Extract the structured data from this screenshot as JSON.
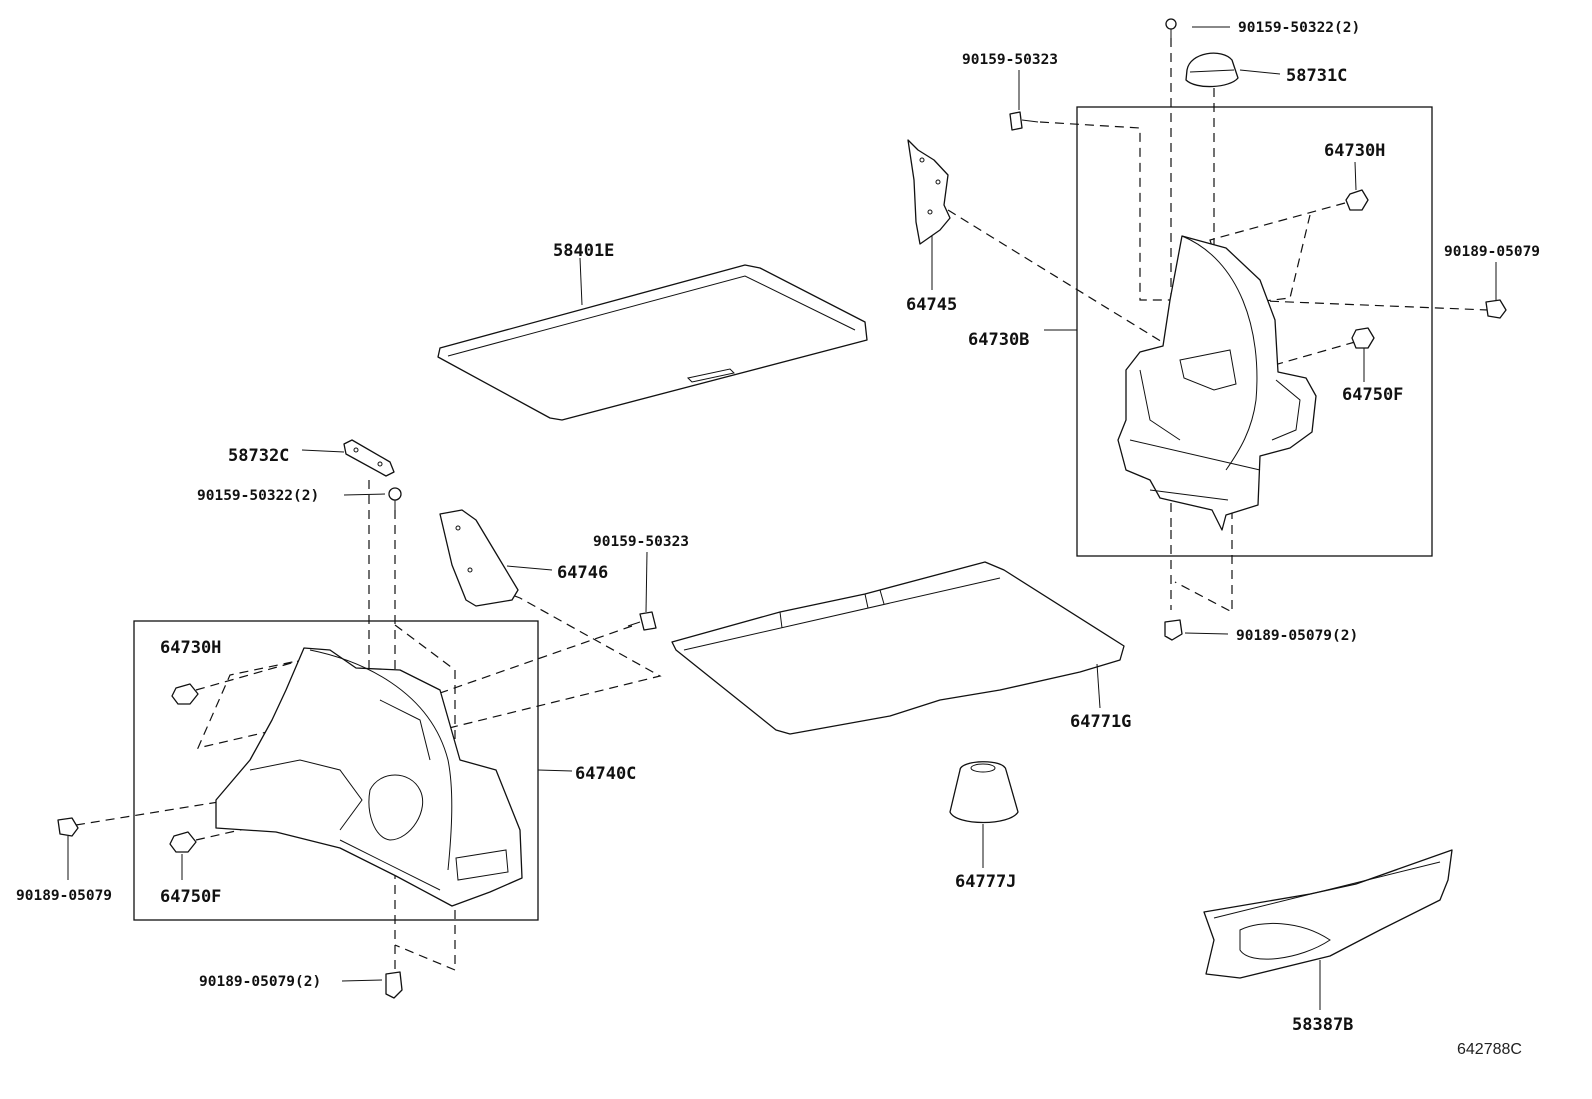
{
  "diagram": {
    "reference": "642788C",
    "labels": {
      "p58401E": "58401E",
      "p58731C": "58731C",
      "p90159_50322_top": "90159-50322(2)",
      "p90159_50323_top": "90159-50323",
      "p64730H_right": "64730H",
      "p64745": "64745",
      "p64730B": "64730B",
      "p90189_05079_right": "90189-05079",
      "p64750F_right": "64750F",
      "p90189_05079_2_right": "90189-05079(2)",
      "p58732C": "58732C",
      "p90159_50322_left": "90159-50322(2)",
      "p64746": "64746",
      "p90159_50323_mid": "90159-50323",
      "p64730H_left": "64730H",
      "p64740C": "64740C",
      "p90189_05079_left": "90189-05079",
      "p64750F_left": "64750F",
      "p90189_05079_2_bottom": "90189-05079(2)",
      "p64771G": "64771G",
      "p64777J": "64777J",
      "p58387B": "58387B"
    }
  }
}
